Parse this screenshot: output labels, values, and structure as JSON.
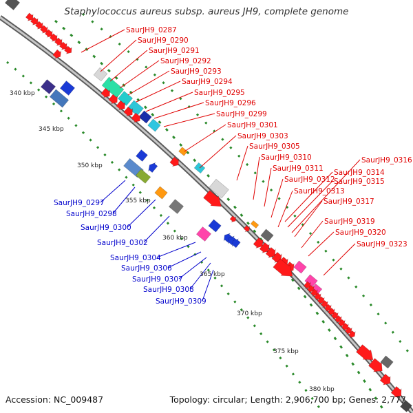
{
  "title": "Staphylococcus aureus subsp. aureus JH9, complete genome",
  "accession": "Accession: NC_009487",
  "summary": "Topology: circular; Length: 2,906,700 bp; Genes: 2,777",
  "colors": {
    "backbone": "#8a8a8a",
    "forward_label": "#e00000",
    "reverse_label": "#0000cc",
    "cds": "#ff1a1a",
    "skew_dots": "#2a8a2a"
  },
  "kbp_ticks": [
    "340 kbp",
    "345 kbp",
    "350 kbp",
    "355 kbp",
    "360 kbp",
    "365 kbp",
    "370 kbp",
    "375 kbp",
    "380 kbp"
  ],
  "forward_genes": [
    "SaurJH9_0287",
    "SaurJH9_0290",
    "SaurJH9_0291",
    "SaurJH9_0292",
    "SaurJH9_0293",
    "SaurJH9_0294",
    "SaurJH9_0295",
    "SaurJH9_0296",
    "SaurJH9_0299",
    "SaurJH9_0301",
    "SaurJH9_0303",
    "SaurJH9_0305",
    "SaurJH9_0310",
    "SaurJH9_0311",
    "SaurJH9_0312",
    "SaurJH9_0313",
    "SaurJH9_0314",
    "SaurJH9_0315",
    "SaurJH9_0316",
    "SaurJH9_0317",
    "SaurJH9_0319",
    "SaurJH9_0320",
    "SaurJH9_0323"
  ],
  "reverse_genes": [
    "SaurJH9_0297",
    "SaurJH9_0298",
    "SaurJH9_0300",
    "SaurJH9_0302",
    "SaurJH9_0304",
    "SaurJH9_0306",
    "SaurJH9_0307",
    "SaurJH9_0308",
    "SaurJH9_0309"
  ]
}
